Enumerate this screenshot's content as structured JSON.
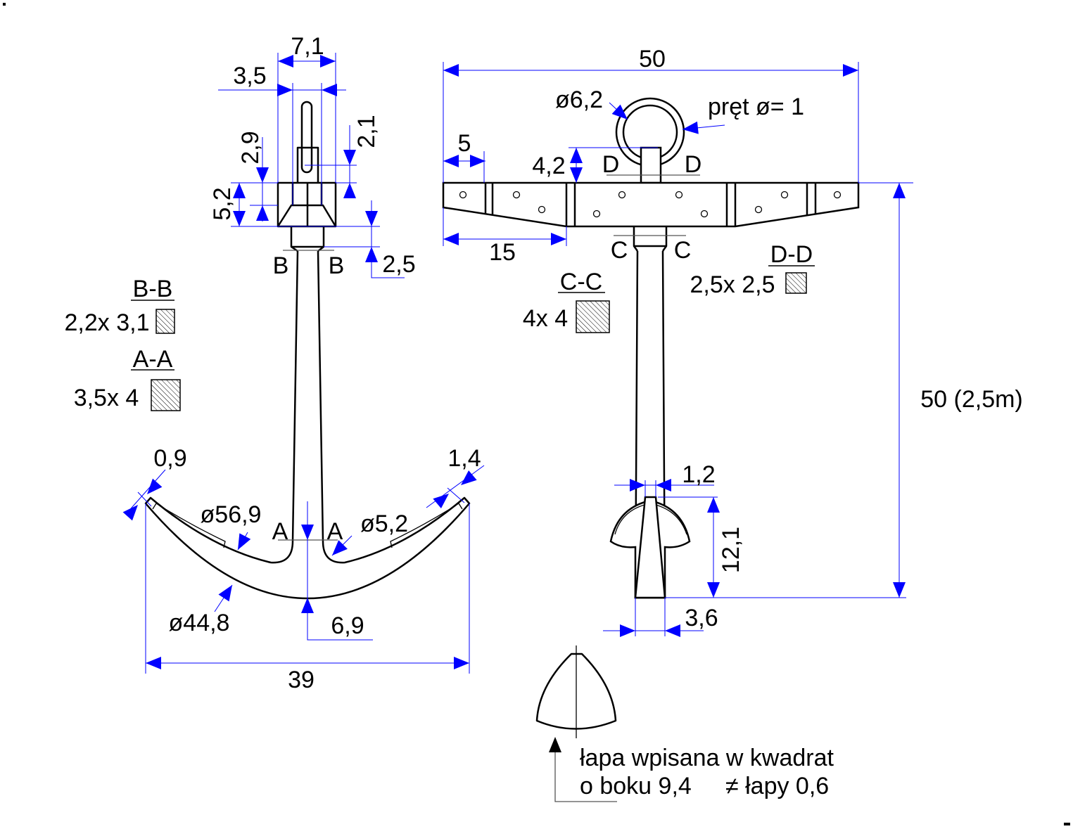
{
  "colors": {
    "dimension": "#0000ff",
    "outline": "#000000",
    "background": "#ffffff"
  },
  "side_view": {
    "dims": {
      "width_7_1": "7,1",
      "width_3_5": "3,5",
      "h_2_1": "2,1",
      "h_2_9": "2,9",
      "h_5_2": "5,2",
      "h_2_5": "2,5",
      "tip_0_9": "0,9",
      "tip_1_4": "1,4",
      "r_inner": "ø56,9",
      "r_fillet": "ø5,2",
      "r_outer": "ø44,8",
      "crown_6_9": "6,9",
      "span_39": "39"
    },
    "section_b": {
      "mark": "B",
      "title": "B-B",
      "size": "2,2x 3,1"
    },
    "section_a": {
      "mark": "A",
      "title": "A-A",
      "size": "3,5x 4"
    }
  },
  "front_view": {
    "dims": {
      "stock_50": "50",
      "ring_dia": "ø6,2",
      "rod_dia": "pręt ø= 1",
      "stock_5": "5",
      "tab_4_2": "4,2",
      "stock_15": "15",
      "fluke_1_2": "1,2",
      "fluke_12_1": "12,1",
      "fluke_3_6": "3,6",
      "height_total": "50 (2,5m)"
    },
    "section_d": {
      "mark": "D",
      "title": "D-D",
      "size": "2,5x 2,5"
    },
    "section_c": {
      "mark": "C",
      "title": "C-C",
      "size": "4x 4"
    }
  },
  "note": {
    "line1": "łapa wpisana w kwadrat",
    "line2": "o boku 9,4",
    "line3": "≠ łapy 0,6"
  }
}
